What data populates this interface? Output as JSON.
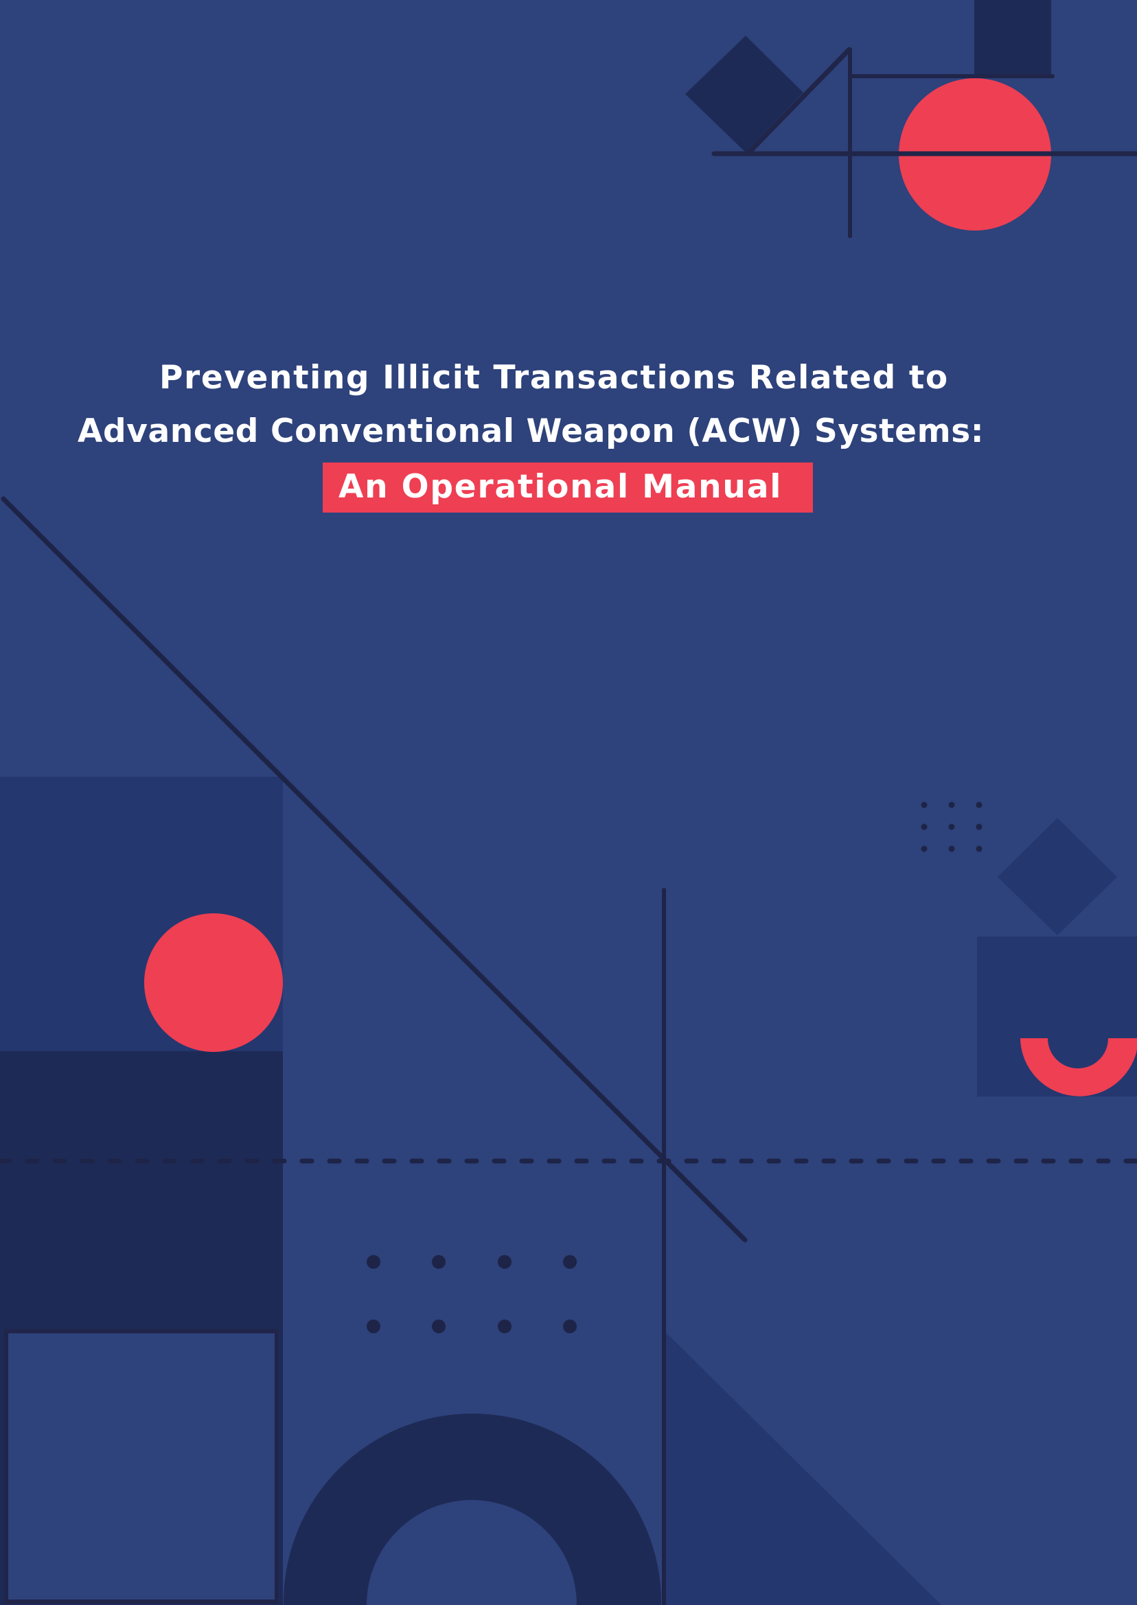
{
  "document": {
    "type": "report cover",
    "title_line_1": "Preventing Illicit Transactions Related to",
    "title_line_2": "Advanced Conventional Weapon (ACW) Systems:",
    "subtitle": "An Operational Manual"
  },
  "colors": {
    "background": "#2e427b",
    "panel_mid": "#24376f",
    "panel_dark": "#1e2a56",
    "line": "#202549",
    "accent_red": "#ee3f53",
    "text": "#ffffff"
  },
  "decorations": {
    "top_right": [
      "diamond",
      "angled-line",
      "dark-square",
      "red-circle",
      "crosshair-lines"
    ],
    "middle": [
      "long-diagonal-line",
      "vertical-line",
      "dashed-horizontal-line",
      "dot-grid-4x2"
    ],
    "left": [
      "mid-panel",
      "red-circle",
      "dark-panel",
      "outlined-square"
    ],
    "right": [
      "dot-grid-3x3",
      "diamond",
      "panel",
      "red-half-ring"
    ],
    "bottom": [
      "dark-arch",
      "shaded-triangle"
    ]
  }
}
